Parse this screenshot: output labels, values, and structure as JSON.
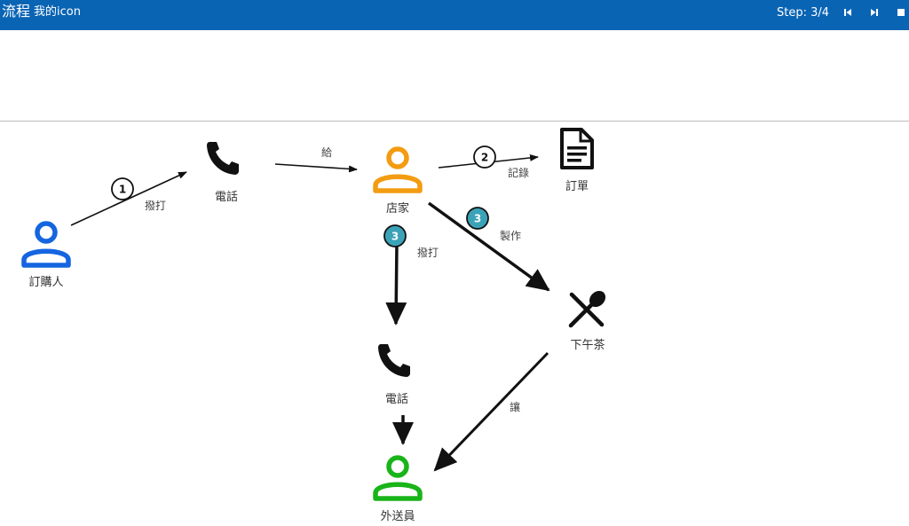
{
  "header": {
    "title": "流程",
    "subtitle": "我的icon",
    "step": "Step: 3/4"
  },
  "colors": {
    "header_bg": "#0a64b4",
    "customer": "#1565e0",
    "shop": "#f39c12",
    "delivery": "#19b419",
    "icon_dark": "#111111",
    "badge_active": "#3ba3b8"
  },
  "nodes": {
    "customer": {
      "label": "訂購人",
      "icon": "person-icon"
    },
    "phone_top": {
      "label": "電話",
      "icon": "phone-icon"
    },
    "shop": {
      "label": "店家",
      "icon": "person-icon"
    },
    "order": {
      "label": "訂單",
      "icon": "document-icon"
    },
    "tea": {
      "label": "下午茶",
      "icon": "utensils-icon"
    },
    "phone_mid": {
      "label": "電話",
      "icon": "phone-icon"
    },
    "delivery": {
      "label": "外送員",
      "icon": "person-icon"
    }
  },
  "edges": {
    "call1": "撥打",
    "give": "給",
    "record": "記錄",
    "make": "製作",
    "call2": "撥打",
    "let": "讓"
  },
  "badges": {
    "b1": "1",
    "b2": "2",
    "b3a": "3",
    "b3b": "3"
  }
}
